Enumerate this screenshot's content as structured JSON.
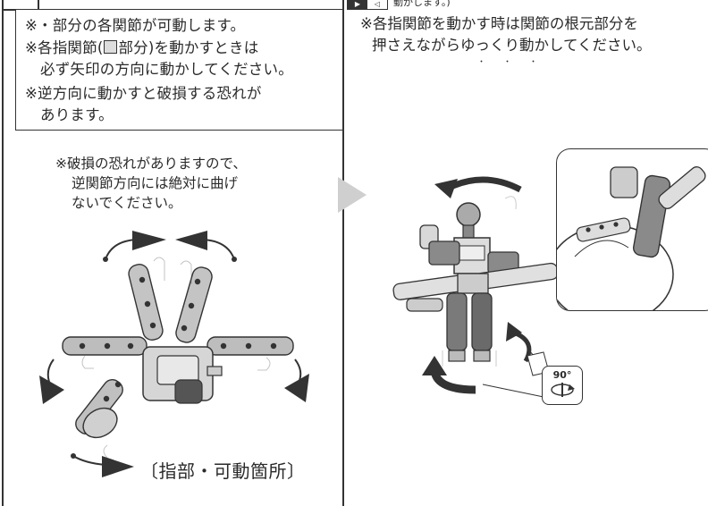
{
  "notice": {
    "line1": "※・部分の各関節が可動します。",
    "line2a": "※各指関節(",
    "line2b": "部分)を動かすときは",
    "line3": "必ず矢印の方向に動かしてください。",
    "line4": "※逆方向に動かすと破損する恐れが",
    "line5": "あります。"
  },
  "left_caption": {
    "line1": "※破損の恐れがありますので、",
    "line2": "逆関節方向には絶対に曲げ",
    "line3": "ないでください。"
  },
  "finger_label": "〔指部・可動箇所〕",
  "right_header": {
    "icon_a": "▶",
    "icon_b": "◁",
    "fragment": "動かします。)"
  },
  "right_note": {
    "line1": "※各指関節を動かす時は関節の根元部分を",
    "line2": "押さえながらゆっくり動かしてください。",
    "emphasis_dots": "・・・"
  },
  "rotation_badge": "90°",
  "colors": {
    "line": "#333333",
    "light_part": "#d9d9d9",
    "mid_part": "#a8a8a8",
    "dark_part": "#6e6e6e"
  }
}
